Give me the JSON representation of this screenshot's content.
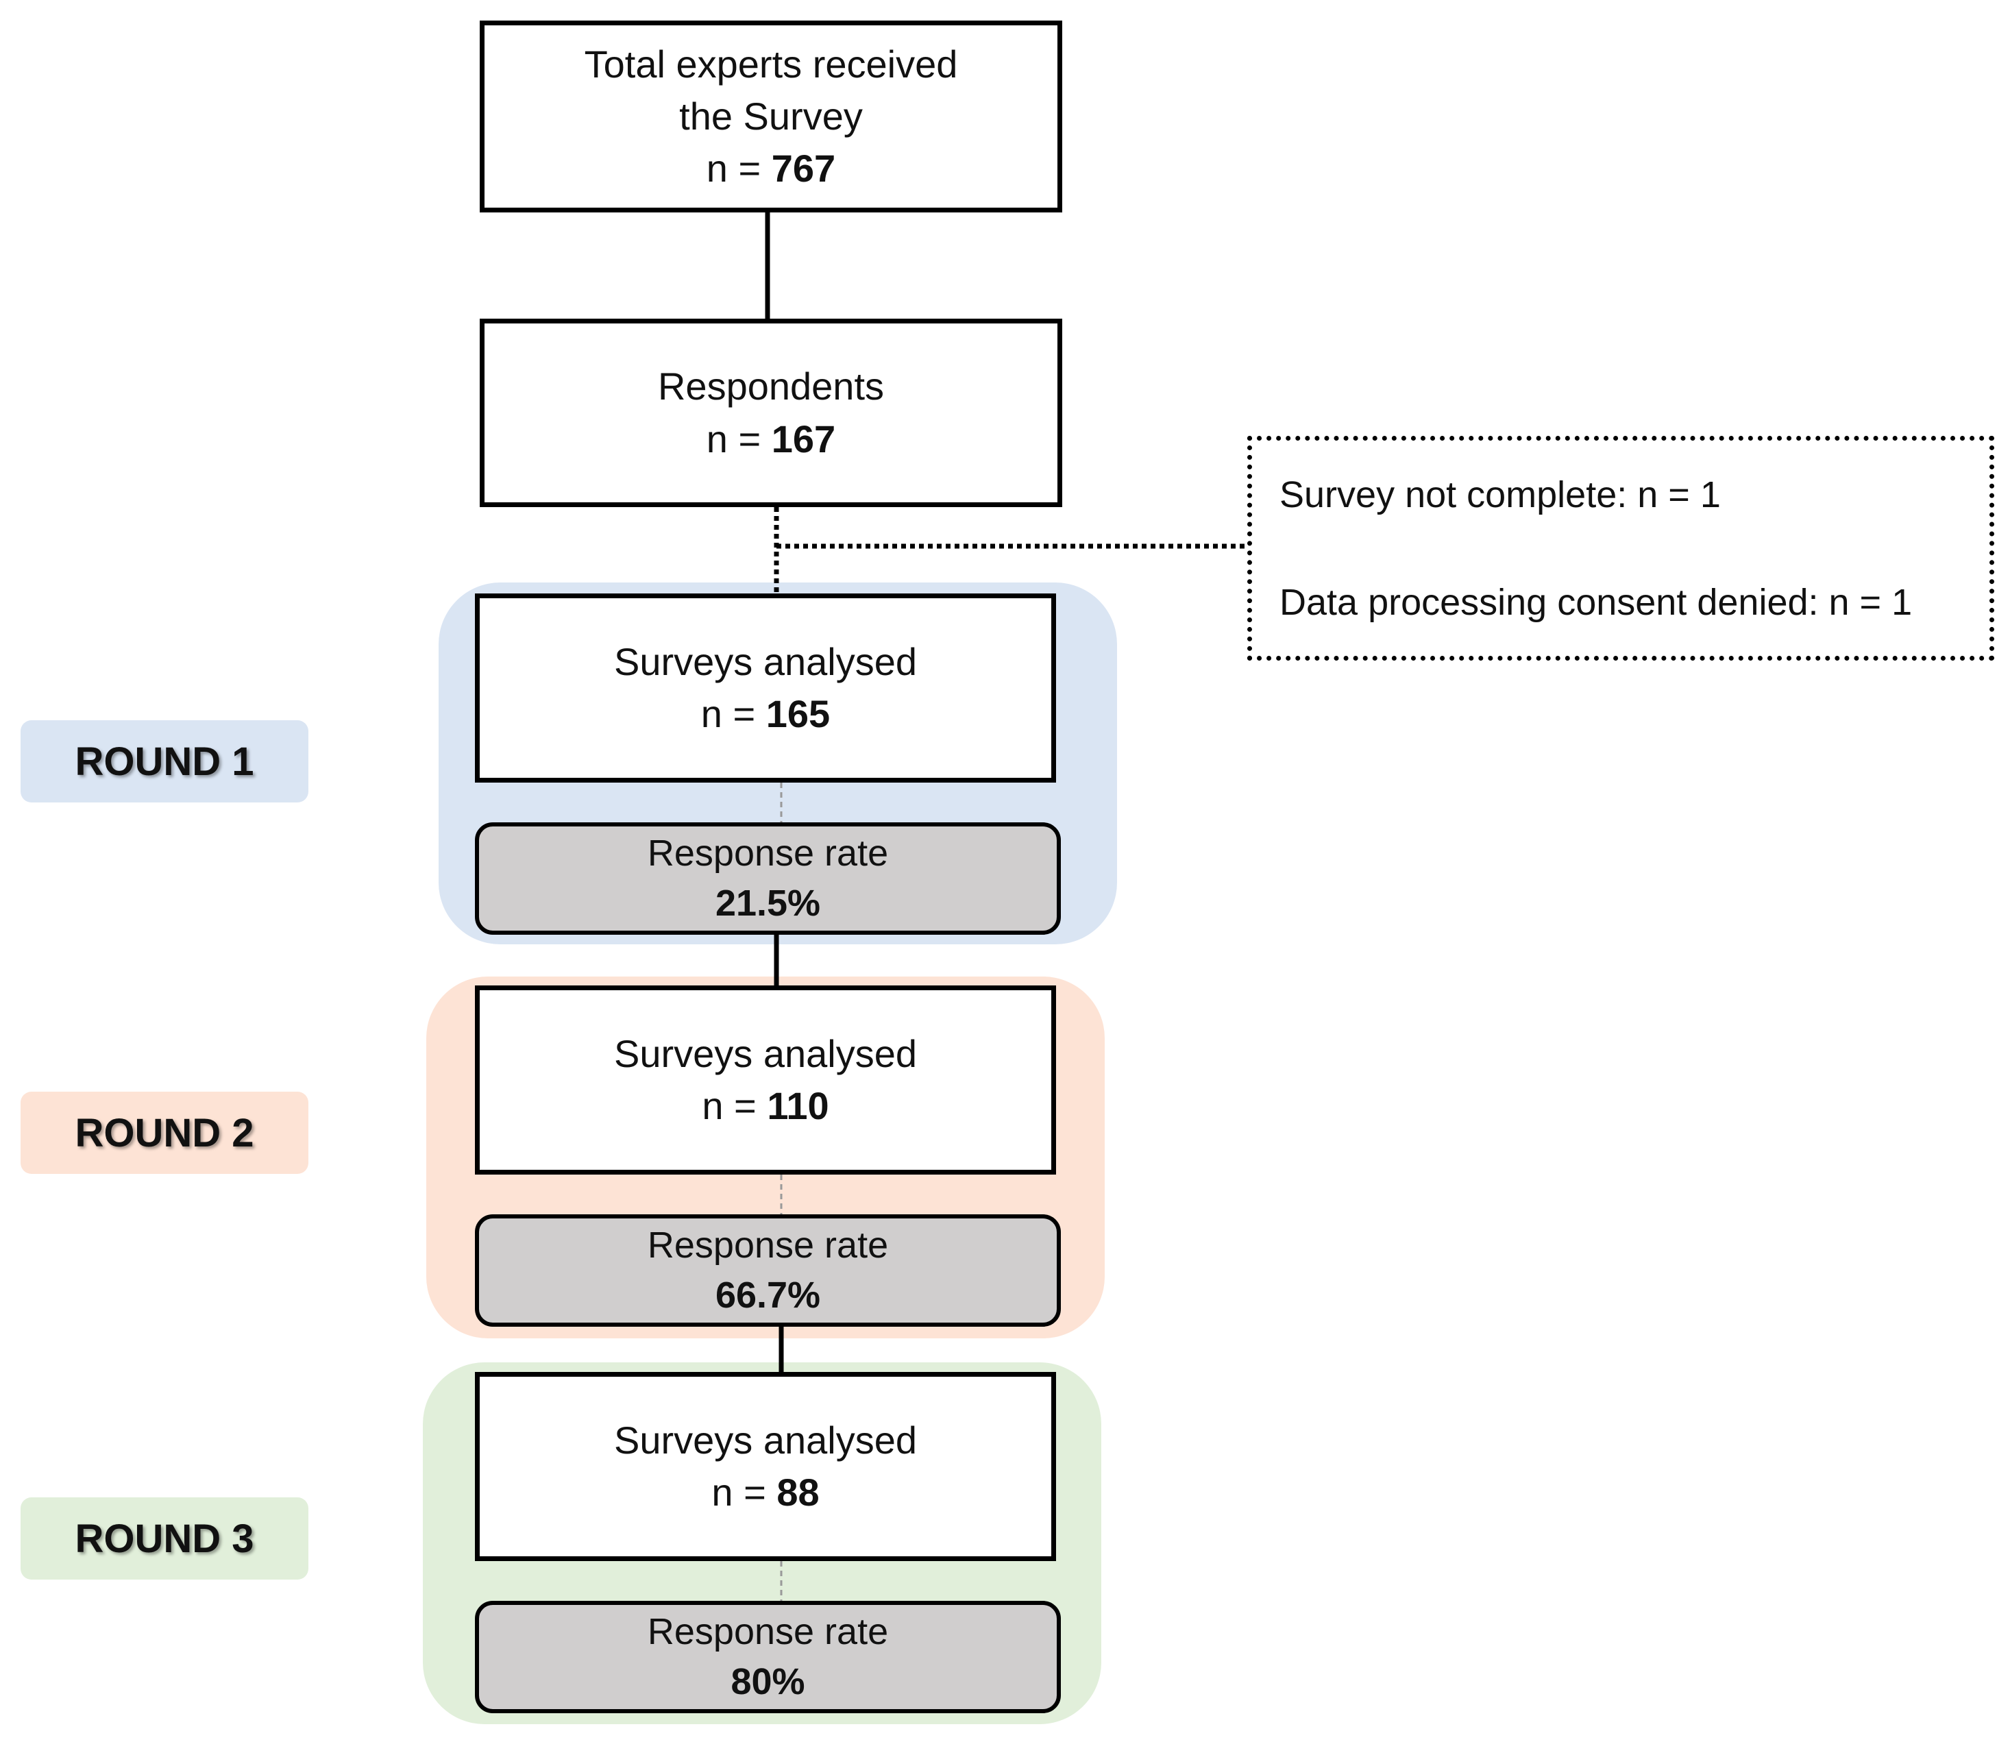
{
  "colors": {
    "round1": "#dae5f3",
    "round2": "#fde3d5",
    "round3": "#e1efda",
    "response_rate_fill": "#d0cece"
  },
  "total": {
    "label": "Total experts received the Survey",
    "n_prefix": "n =",
    "n": "767"
  },
  "respondents": {
    "label": "Respondents",
    "n_prefix": "n =",
    "n": "167"
  },
  "exclusions": [
    "Survey not complete: n = 1",
    "Data processing consent denied: n = 1"
  ],
  "rounds": [
    {
      "label": "ROUND 1",
      "surveys_label": "Surveys analysed",
      "n_prefix": "n =",
      "n": "165",
      "rate_label": "Response rate",
      "rate": "21.5%"
    },
    {
      "label": "ROUND 2",
      "surveys_label": "Surveys analysed",
      "n_prefix": "n =",
      "n": "110",
      "rate_label": "Response rate",
      "rate": "66.7%"
    },
    {
      "label": "ROUND 3",
      "surveys_label": "Surveys analysed",
      "n_prefix": "n =",
      "n": "88",
      "rate_label": "Response rate",
      "rate": "80%"
    }
  ]
}
